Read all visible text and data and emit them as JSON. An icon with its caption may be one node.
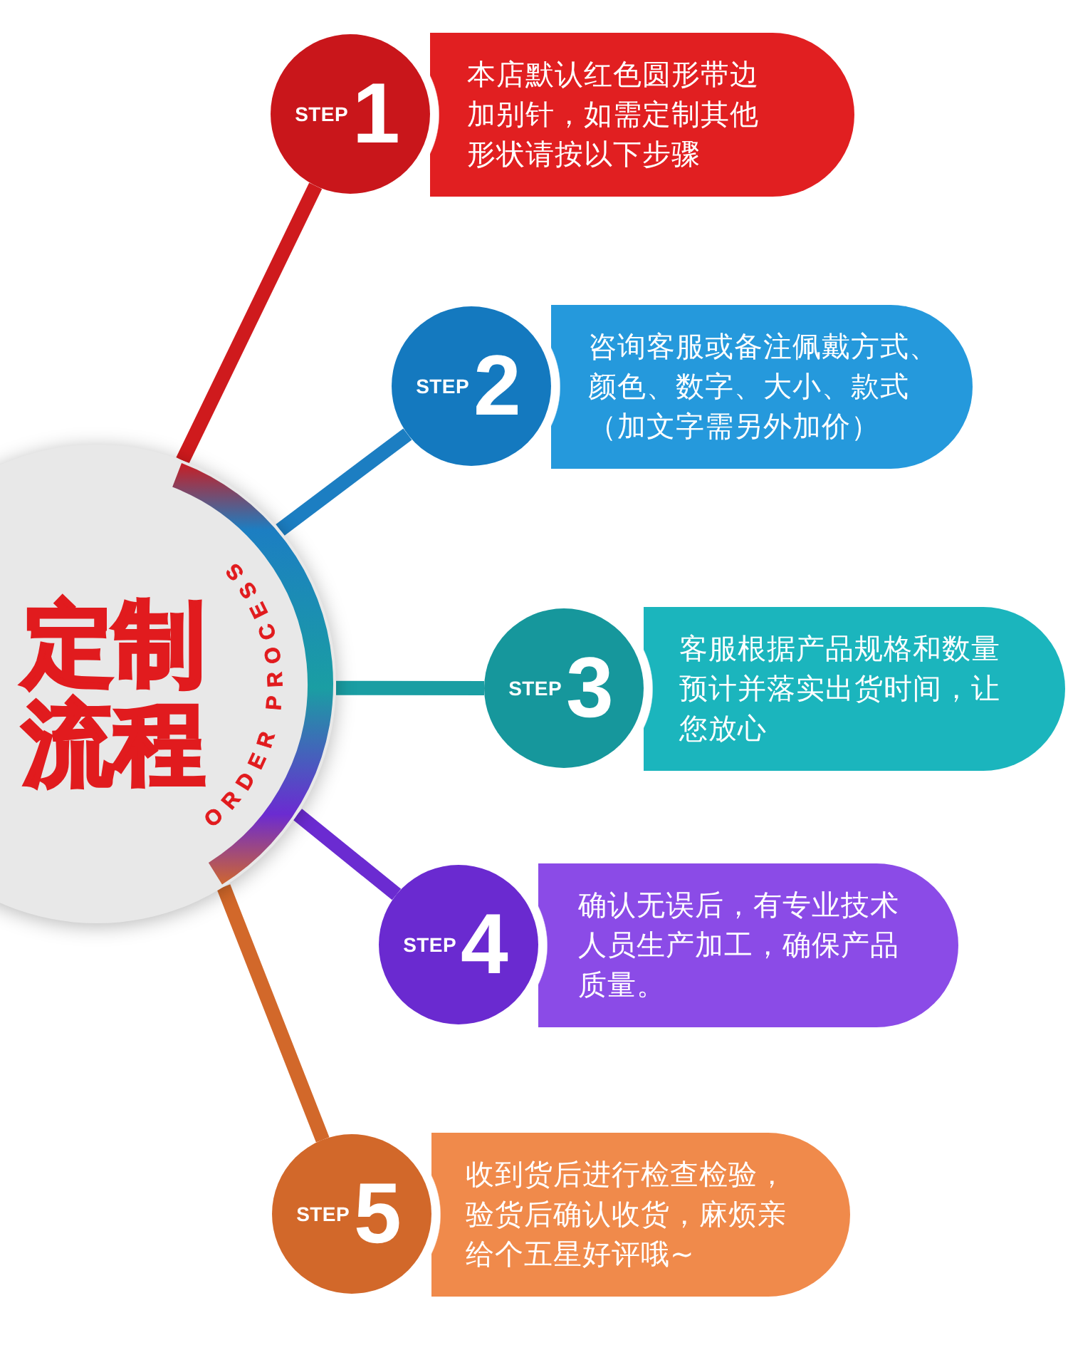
{
  "diagram": {
    "nodes": [
      {
        "text": [
          "定制流程",
          "ORDER PROCESS"
        ]
      },
      {
        "text": [
          "STEP",
          "1"
        ]
      },
      {
        "text": [
          "本店默认红色圆形带边加别针，如需定制其他形状请按以下步骤"
        ]
      },
      {
        "text": [
          "STEP",
          "2"
        ]
      },
      {
        "text": [
          "咨询客服或备注佩戴方式、颜色、数字、大小、款式（加文字需另外加价）"
        ]
      },
      {
        "text": [
          "STEP",
          "3"
        ]
      },
      {
        "text": [
          "客服根据产品规格和数量预计并落实出货时间，让您放心"
        ]
      },
      {
        "text": [
          "STEP",
          "4"
        ]
      },
      {
        "text": [
          "确认无误后，有专业技术人员生产加工，确保产品质量。"
        ]
      },
      {
        "text": [
          "STEP",
          "5"
        ]
      },
      {
        "text": [
          "收到货后进行检查检验，验货后确认收货，麻烦亲给个五星好评哦~"
        ]
      }
    ],
    "edges": [
      {
        "from": 0,
        "to": 1,
        "arrow": "none",
        "color": "#cf1a1d"
      },
      {
        "from": 0,
        "to": 3,
        "arrow": "none",
        "color": "#1c7ec2"
      },
      {
        "from": 0,
        "to": 5,
        "arrow": "none",
        "color": "#1a9ea3"
      },
      {
        "from": 0,
        "to": 7,
        "arrow": "none",
        "color": "#6b2bd1"
      },
      {
        "from": 0,
        "to": 9,
        "arrow": "none",
        "color": "#d2682a"
      }
    ]
  }
}
